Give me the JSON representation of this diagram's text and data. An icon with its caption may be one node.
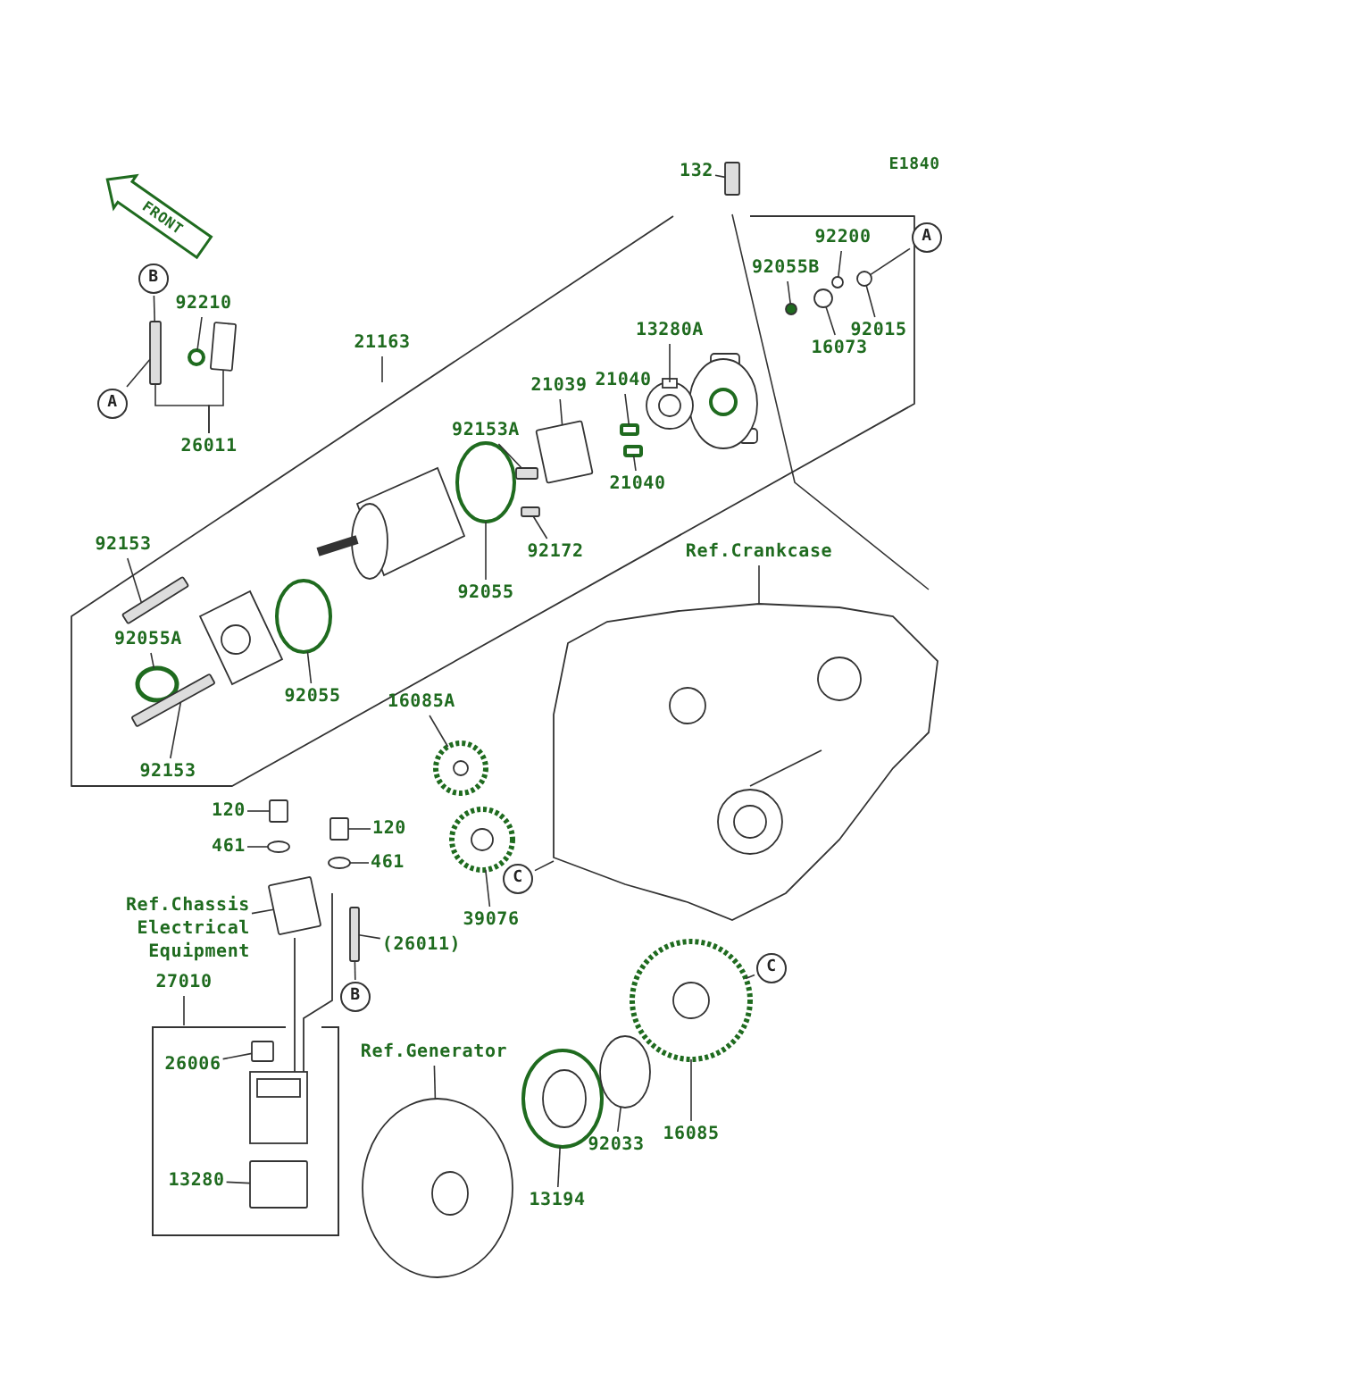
{
  "diagram": {
    "nodes": [
      {
        "text": [
          "132"
        ]
      },
      {
        "text": [
          "92200"
        ]
      },
      {
        "text": [
          "92055B"
        ]
      },
      {
        "text": [
          "92015"
        ]
      },
      {
        "text": [
          "16073"
        ]
      },
      {
        "text": [
          "13280A"
        ]
      },
      {
        "text": [
          "21039"
        ]
      },
      {
        "text": [
          "21040"
        ]
      },
      {
        "text": [
          "21040"
        ]
      },
      {
        "text": [
          "92153A"
        ]
      },
      {
        "text": [
          "92172"
        ]
      },
      {
        "text": [
          "21163"
        ]
      },
      {
        "text": [
          "92210"
        ]
      },
      {
        "text": [
          "26011"
        ]
      },
      {
        "text": [
          "92055"
        ]
      },
      {
        "text": [
          "92153"
        ]
      },
      {
        "text": [
          "92055A"
        ]
      },
      {
        "text": [
          "92055"
        ]
      },
      {
        "text": [
          "92153"
        ]
      },
      {
        "text": [
          "Ref.Crankcase"
        ]
      },
      {
        "text": [
          "16085A"
        ]
      },
      {
        "text": [
          "39076"
        ]
      },
      {
        "text": [
          "120"
        ]
      },
      {
        "text": [
          "461"
        ]
      },
      {
        "text": [
          "120"
        ]
      },
      {
        "text": [
          "461"
        ]
      },
      {
        "text": [
          "Ref.Chassis Electrical Equipment"
        ]
      },
      {
        "text": [
          "(26011)"
        ]
      },
      {
        "text": [],
        "shape": "box"
      },
      {
        "text": [
          "27010"
        ]
      },
      {
        "text": [
          "26006"
        ],
        "in": 28
      },
      {
        "text": [
          "13280"
        ],
        "in": 28
      },
      {
        "text": [
          "Ref.Generator"
        ]
      },
      {
        "text": [
          "13194"
        ]
      },
      {
        "text": [
          "92033"
        ]
      },
      {
        "text": [
          "16085"
        ]
      },
      {
        "text": [
          "B"
        ]
      },
      {
        "text": [
          "A"
        ]
      },
      {
        "text": [
          "A"
        ]
      },
      {
        "text": [
          "C"
        ]
      },
      {
        "text": [
          "B"
        ]
      },
      {
        "text": [
          "C"
        ]
      },
      {
        "text": [],
        "shape": "bar"
      },
      {
        "text": [],
        "shape": "circle"
      },
      {
        "text": [],
        "shape": "circle"
      },
      {
        "text": [],
        "shape": "circle"
      },
      {
        "text": [],
        "shape": "circle"
      },
      {
        "text": [],
        "shape": "picture"
      },
      {
        "text": [],
        "shape": "box"
      },
      {
        "text": [],
        "shape": "box"
      },
      {
        "text": [],
        "shape": "box"
      },
      {
        "text": [],
        "shape": "bar"
      },
      {
        "text": [],
        "shape": "bar"
      },
      {
        "text": [],
        "shape": "circle"
      },
      {
        "text": [],
        "shape": "circle"
      },
      {
        "text": [],
        "shape": "bar"
      },
      {
        "text": [],
        "shape": "circle"
      },
      {
        "text": [],
        "shape": "circle"
      },
      {
        "text": [],
        "shape": "bar"
      },
      {
        "text": [],
        "shape": "picture"
      },
      {
        "text": [],
        "shape": "picture"
      },
      {
        "text": [],
        "shape": "picture"
      },
      {
        "text": [],
        "shape": "box"
      },
      {
        "text": [],
        "shape": "circle"
      },
      {
        "text": [],
        "shape": "box"
      },
      {
        "text": [],
        "shape": "circle"
      },
      {
        "text": [],
        "shape": "box"
      },
      {
        "text": [],
        "shape": "bar"
      },
      {
        "text": [],
        "shape": "box",
        "in": 28
      },
      {
        "text": [],
        "shape": "box",
        "in": 28
      },
      {
        "text": [],
        "shape": "picture"
      },
      {
        "text": [],
        "shape": "picture"
      },
      {
        "text": [],
        "shape": "circle"
      },
      {
        "text": [],
        "shape": "picture"
      },
      {
        "text": [],
        "shape": "bar"
      },
      {
        "text": [],
        "shape": "box"
      }
    ],
    "edges": [
      {
        "from": 0,
        "to": 42,
        "arrow": "none"
      },
      {
        "from": 1,
        "to": 43,
        "arrow": "none"
      },
      {
        "from": 2,
        "to": 44,
        "arrow": "none"
      },
      {
        "from": 3,
        "to": 45,
        "arrow": "none"
      },
      {
        "from": 4,
        "to": 46,
        "arrow": "none"
      },
      {
        "from": 5,
        "to": 47,
        "arrow": "none"
      },
      {
        "from": 6,
        "to": 48,
        "arrow": "none"
      },
      {
        "from": 7,
        "to": 49,
        "arrow": "none"
      },
      {
        "from": 8,
        "to": 50,
        "arrow": "none"
      },
      {
        "from": 9,
        "to": 51,
        "arrow": "none"
      },
      {
        "from": 10,
        "to": 52,
        "arrow": "none"
      },
      {
        "from": 11,
        "to": null,
        "arrow": "none"
      },
      {
        "from": 12,
        "to": 53,
        "arrow": "none"
      },
      {
        "from": 13,
        "to": 74,
        "arrow": "none"
      },
      {
        "from": 13,
        "to": 75,
        "arrow": "none"
      },
      {
        "from": 14,
        "to": 54,
        "arrow": "none"
      },
      {
        "from": 15,
        "to": 55,
        "arrow": "none"
      },
      {
        "from": 16,
        "to": 56,
        "arrow": "none"
      },
      {
        "from": 17,
        "to": 57,
        "arrow": "none"
      },
      {
        "from": 18,
        "to": 58,
        "arrow": "none"
      },
      {
        "from": 19,
        "to": 59,
        "arrow": "none"
      },
      {
        "from": 20,
        "to": 60,
        "arrow": "none"
      },
      {
        "from": 21,
        "to": 61,
        "arrow": "none"
      },
      {
        "from": 22,
        "to": 62,
        "arrow": "none"
      },
      {
        "from": 23,
        "to": 63,
        "arrow": "none"
      },
      {
        "from": 24,
        "to": 64,
        "arrow": "none"
      },
      {
        "from": 25,
        "to": 65,
        "arrow": "none"
      },
      {
        "from": 26,
        "to": 66,
        "arrow": "none"
      },
      {
        "from": 27,
        "to": 67,
        "arrow": "none"
      },
      {
        "from": 29,
        "to": 28,
        "arrow": "none"
      },
      {
        "from": 30,
        "to": 68,
        "arrow": "none"
      },
      {
        "from": 31,
        "to": 69,
        "arrow": "none"
      },
      {
        "from": 32,
        "to": 70,
        "arrow": "none"
      },
      {
        "from": 33,
        "to": 71,
        "arrow": "none"
      },
      {
        "from": 34,
        "to": 72,
        "arrow": "none"
      },
      {
        "from": 35,
        "to": 73,
        "arrow": "none"
      },
      {
        "from": 36,
        "to": 74,
        "arrow": "none"
      },
      {
        "from": 37,
        "to": 74,
        "arrow": "none"
      },
      {
        "from": 38,
        "to": 45,
        "arrow": "none"
      },
      {
        "from": 39,
        "to": 59,
        "arrow": "none"
      },
      {
        "from": 40,
        "to": 67,
        "arrow": "none"
      },
      {
        "from": 41,
        "to": 73,
        "arrow": "none"
      }
    ],
    "labels": [
      "E1840",
      "FRONT"
    ]
  }
}
